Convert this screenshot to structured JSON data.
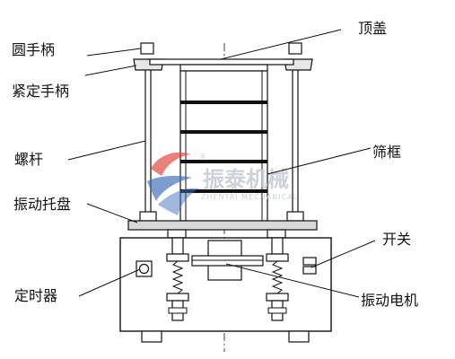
{
  "labels": {
    "top_cover": "顶盖",
    "round_handle": "圆手柄",
    "lock_handle": "紧定手柄",
    "screw_rod": "螺杆",
    "sieve_frame": "筛框",
    "vibration_tray": "振动托盘",
    "switch": "开关",
    "timer": "定时器",
    "vibration_motor": "振动电机"
  },
  "watermark": {
    "brand_cn": "振泰机械",
    "brand_en": "ZHENTAI MECHANICAL",
    "registered_mark": "®"
  },
  "colors": {
    "line": "#111111",
    "tray_fill": "#d8d8d8",
    "body_fill": "#ffffff",
    "logo_red": "#e0443a",
    "logo_blue": "#3d6fb6",
    "watermark_gray": "#c9ccd6"
  }
}
